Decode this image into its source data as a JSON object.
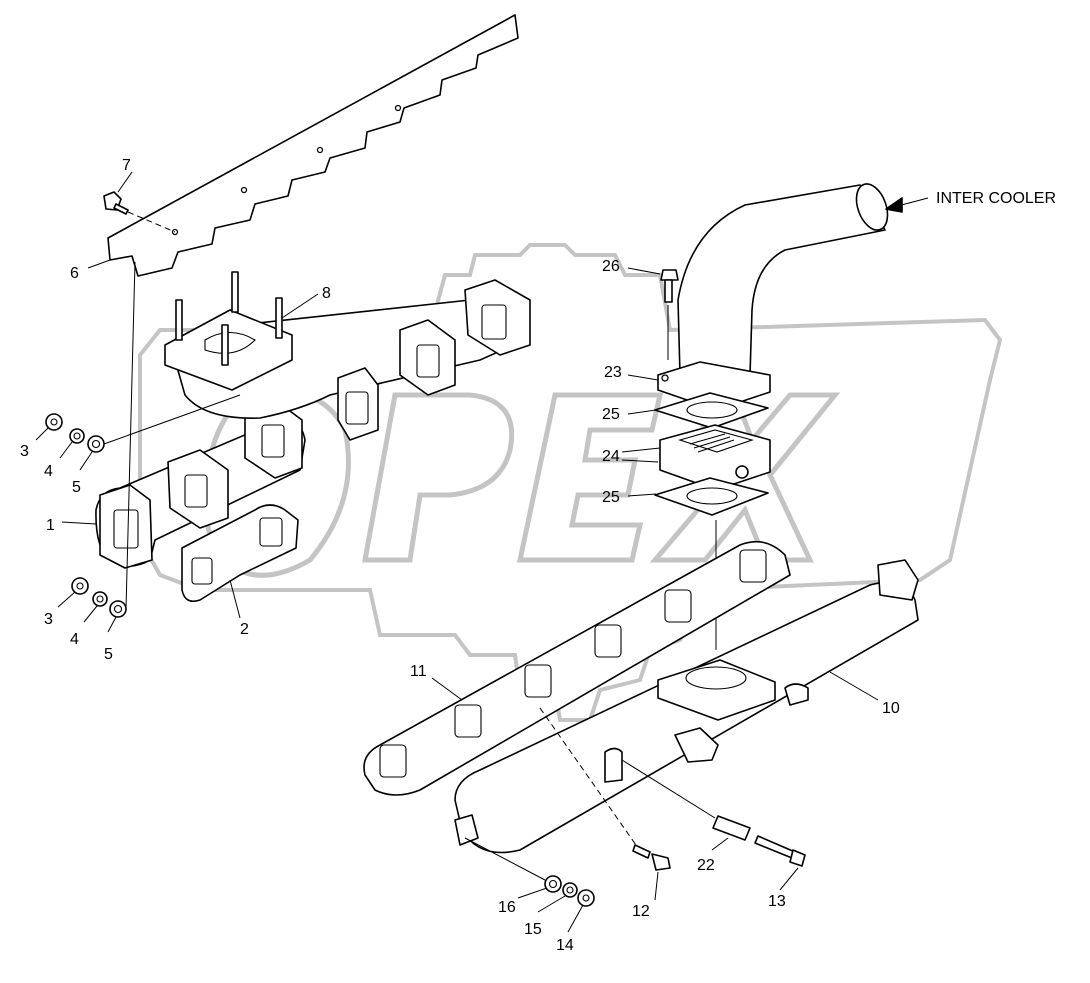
{
  "diagram": {
    "note_label": "INTER COOLER",
    "callouts": {
      "c1": "1",
      "c2": "2",
      "c3a": "3",
      "c3b": "3",
      "c4a": "4",
      "c4b": "4",
      "c5a": "5",
      "c5b": "5",
      "c6": "6",
      "c7": "7",
      "c8": "8",
      "c10": "10",
      "c11": "11",
      "c12": "12",
      "c13": "13",
      "c14": "14",
      "c15": "15",
      "c16": "16",
      "c22": "22",
      "c23": "23",
      "c24": "24",
      "c25a": "25",
      "c25b": "25",
      "c26": "26"
    }
  }
}
